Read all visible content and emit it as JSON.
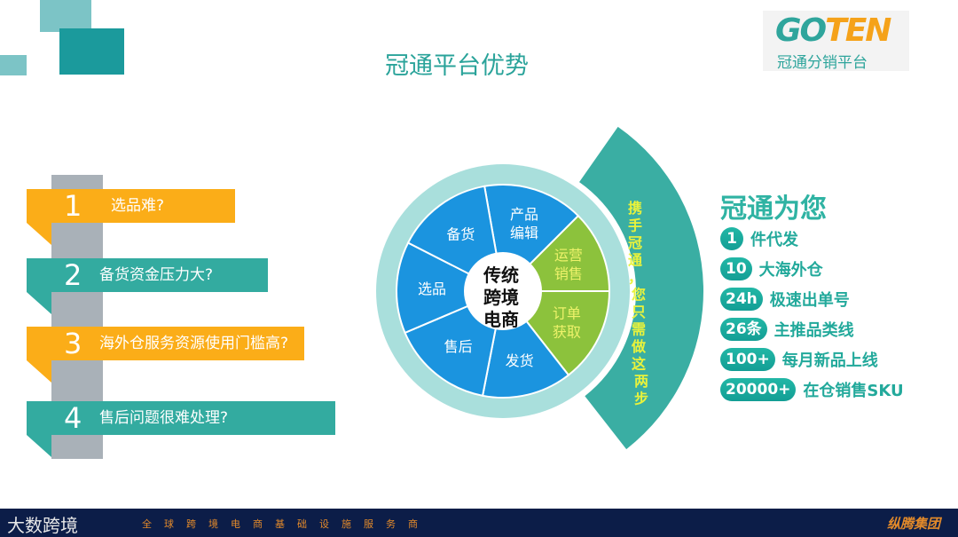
{
  "title": "冠通平台优势",
  "logo": {
    "word_a": "GO",
    "word_b": "TEN",
    "subtitle": "冠通分销平台"
  },
  "problems": [
    {
      "num": "1",
      "text": "选品难?",
      "color": "#fbad18"
    },
    {
      "num": "2",
      "text": "备货资金压力大?",
      "color": "#33aba0"
    },
    {
      "num": "3",
      "text": "海外仓服务资源使用门槛高?",
      "color": "#fbad18"
    },
    {
      "num": "4",
      "text": "售后问题很难处理?",
      "color": "#33aba0"
    }
  ],
  "wheel": {
    "center": "传统\n跨境\n电商",
    "center_lines": [
      "传统",
      "跨境",
      "电商"
    ],
    "segments": [
      {
        "label": [
          "产品",
          "编辑"
        ],
        "color": "#1b94df"
      },
      {
        "label": [
          "运营",
          "销售"
        ],
        "color": "#8cc23c"
      },
      {
        "label": [
          "订单",
          "获取"
        ],
        "color": "#8cc23c"
      },
      {
        "label": [
          "发货"
        ],
        "color": "#1b94df"
      },
      {
        "label": [
          "售后"
        ],
        "color": "#1b94df"
      },
      {
        "label": [
          "选品"
        ],
        "color": "#1b94df"
      },
      {
        "label": [
          "备货"
        ],
        "color": "#1b94df"
      }
    ],
    "band_text": "携手冠通，您只需做这两步",
    "ring_color": "#a9dfdc",
    "band_color": "#3aaea3"
  },
  "benefits": {
    "title": "冠通为您",
    "items": [
      {
        "badge": "1",
        "text": "件代发"
      },
      {
        "badge": "10",
        "text": "大海外仓"
      },
      {
        "badge": "24h",
        "text": "极速出单号"
      },
      {
        "badge": "26条",
        "text": "主推品类线"
      },
      {
        "badge": "100+",
        "text": "每月新品上线"
      },
      {
        "badge": "20000+",
        "text": "在仓销售SKU"
      }
    ]
  },
  "footer": {
    "brand": "大数跨境",
    "slogan": "全球跨境电商基础设施服务商",
    "corp": "纵腾集团"
  }
}
